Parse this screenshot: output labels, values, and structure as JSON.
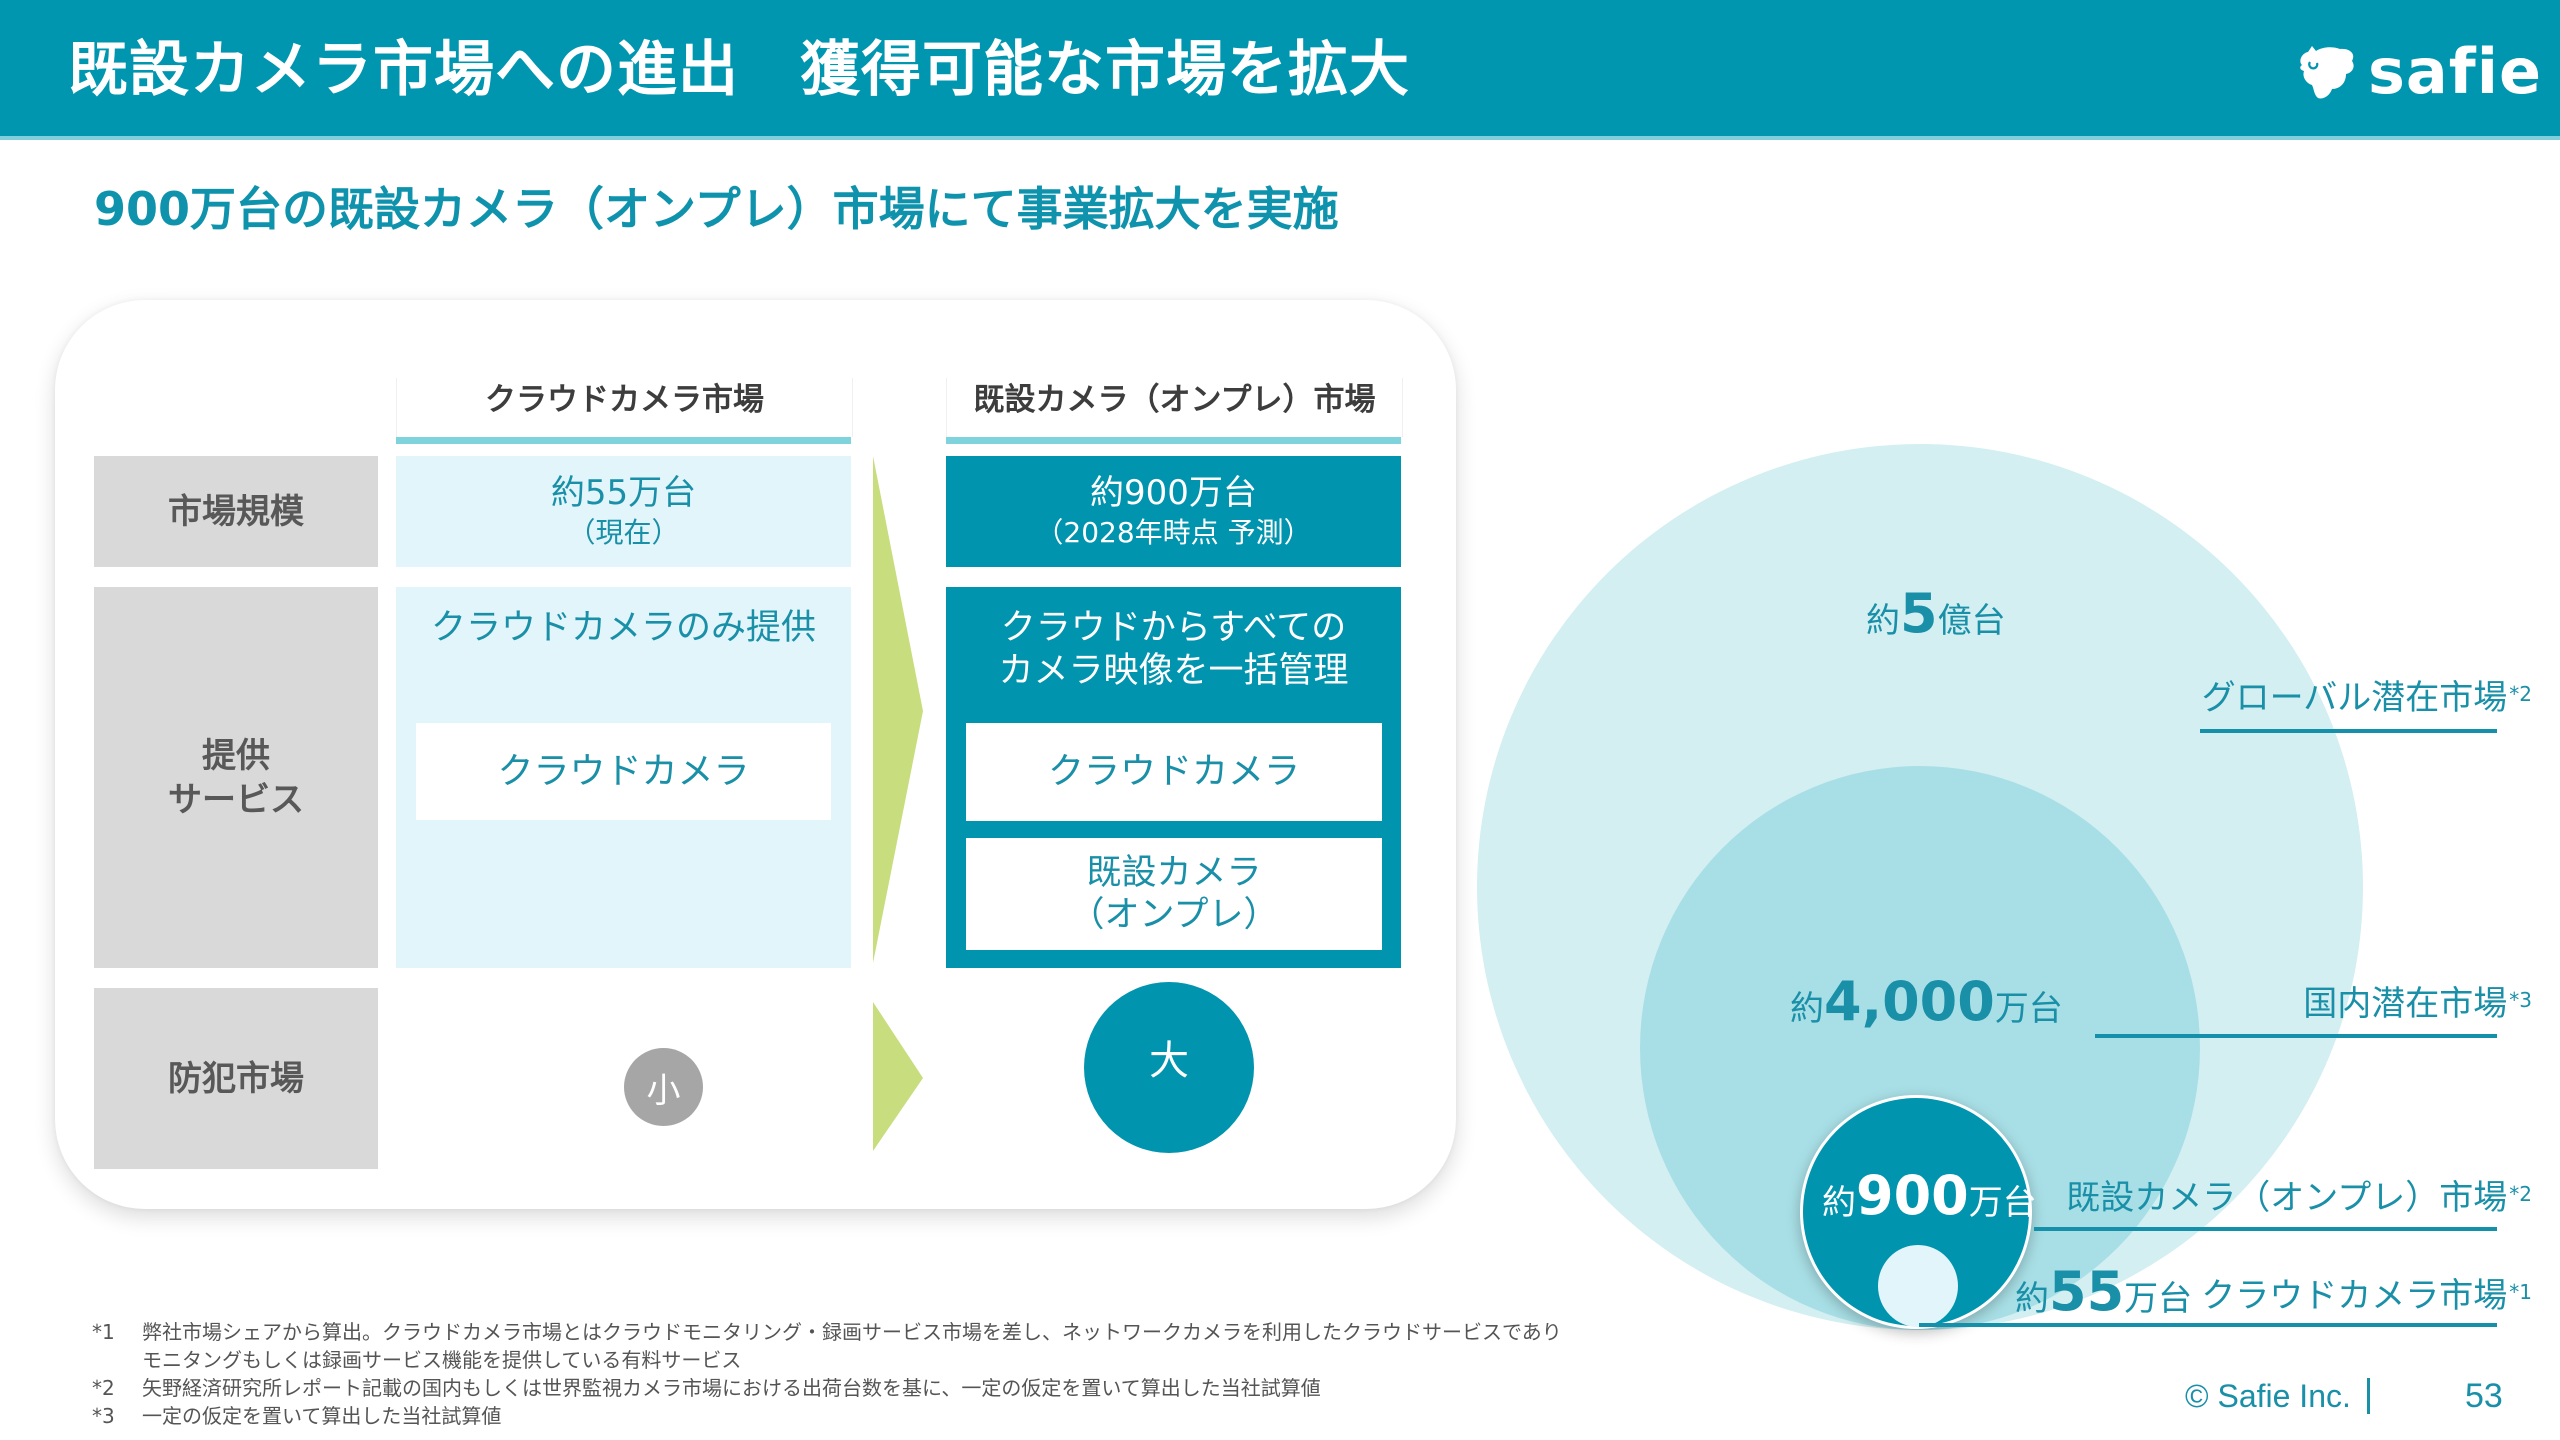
{
  "header": {
    "title": "既設カメラ市場への進出　獲得可能な市場を拡大",
    "logo_text": "safie",
    "logo_icon": "owl-icon"
  },
  "subtitle": "900万台の既設カメラ（オンプレ）市場にて事業拡大を実施",
  "comparison": {
    "columns": {
      "cloud": "クラウドカメラ市場",
      "onprem": "既設カメラ（オンプレ）市場"
    },
    "rows": {
      "market_size": {
        "label": "市場規模",
        "cloud_value": "約55万台",
        "cloud_note": "（現在）",
        "onprem_value": "約900万台",
        "onprem_note": "（2028年時点 予測）"
      },
      "service": {
        "label_line1": "提供",
        "label_line2": "サービス",
        "cloud_desc": "クラウドカメラのみ提供",
        "cloud_box": "クラウドカメラ",
        "onprem_desc_line1": "クラウドからすべての",
        "onprem_desc_line2": "カメラ映像を一括管理",
        "onprem_box1": "クラウドカメラ",
        "onprem_box2_line1": "既設カメラ",
        "onprem_box2_line2": "（オンプレ）"
      },
      "security": {
        "label": "防犯市場",
        "cloud_badge": "小",
        "onprem_badge": "大"
      }
    },
    "colors": {
      "accent": "#0094ae",
      "light_cell": "#e1f5fa",
      "label_cell": "#d9d9d9",
      "arrow": "#c8dd7e",
      "small_badge": "#a6a6a6"
    }
  },
  "market_chart": {
    "global": {
      "prefix": "約",
      "number": "5",
      "unit": "億台",
      "label": "グローバル潜在市場",
      "note": "*2"
    },
    "domestic": {
      "prefix": "約",
      "number": "4,000",
      "unit": "万台",
      "label": "国内潜在市場",
      "note": "*3"
    },
    "onprem": {
      "prefix": "約",
      "number": "900",
      "unit": "万台",
      "label": "既設カメラ（オンプレ）市場",
      "note": "*2"
    },
    "cloud": {
      "prefix": "約",
      "number": "55",
      "unit": "万台",
      "label": "クラウドカメラ市場",
      "note": "*1"
    },
    "colors": {
      "global": "#d3eff1",
      "domestic": "#a8dfe6",
      "onprem": "#0094ae",
      "cloud": "#e1f5fa"
    }
  },
  "footnotes": [
    {
      "key": "*1",
      "lines": [
        "弊社市場シェアから算出。クラウドカメラ市場とはクラウドモニタリング・録画サービス市場を差し、ネットワークカメラを利用したクラウドサービスであり",
        "モニタングもしくは録画サービス機能を提供している有料サービス"
      ]
    },
    {
      "key": "*2",
      "lines": [
        "矢野経済研究所レポート記載の国内もしくは世界監視カメラ市場における出荷台数を基に、一定の仮定を置いて算出した当社試算値"
      ]
    },
    {
      "key": "*3",
      "lines": [
        "一定の仮定を置いて算出した当社試算値"
      ]
    }
  ],
  "footer": {
    "copyright": "© Safie Inc.",
    "page_number": "53"
  }
}
